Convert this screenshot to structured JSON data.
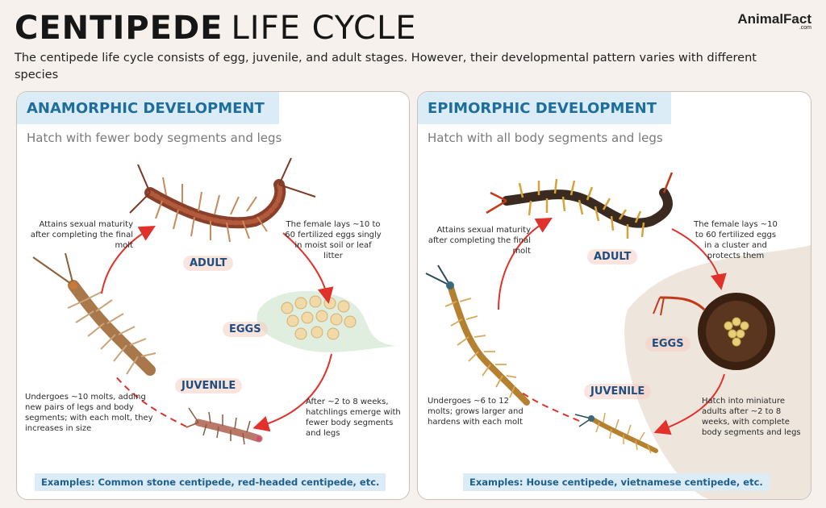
{
  "header": {
    "title_bold": "CENTIPEDE",
    "title_light": "LIFE CYCLE",
    "logo": "AnimalFact",
    "logo_sub": ".com",
    "intro": "The centipede life cycle consists of egg, juvenile, and adult stages. However, their developmental pattern varies with different species"
  },
  "left": {
    "heading": "ANAMORPHIC DEVELOPMENT",
    "subheading": "Hatch with fewer body segments and legs",
    "stages": {
      "adult": "ADULT",
      "eggs": "EGGS",
      "juvenile": "JUVENILE"
    },
    "notes": {
      "maturity": "Attains sexual maturity after completing the final molt",
      "laying": "The female lays ~10 to 60 fertilized eggs singly in moist soil or leaf litter",
      "hatching": "After ~2 to 8 weeks, hatchlings emerge with fewer body segments and legs",
      "molting": "Undergoes ~10 molts, adding new pairs of legs and body segments; with each molt, they increases in size"
    },
    "examples": "Examples: Common stone centipede, red-headed centipede, etc."
  },
  "right": {
    "heading": "EPIMORPHIC  DEVELOPMENT",
    "subheading": "Hatch with all body segments and legs",
    "stages": {
      "adult": "ADULT",
      "eggs": "EGGS",
      "juvenile": "JUVENILE"
    },
    "notes": {
      "maturity": "Attains sexual maturity after completing the final molt",
      "laying": "The female lays ~10 to 60 fertilized eggs in a cluster and protects them",
      "hatching": "Hatch into miniature adults after ~2 to 8 weeks, with complete body segments and legs",
      "molting": "Undergoes ~6 to 12 molts; grows larger and hardens with each molt"
    },
    "examples": "Examples: House centipede, vietnamese centipede, etc."
  },
  "colors": {
    "accent": "#1e6e9c",
    "tab_bg": "#dcecf6",
    "arrow": "#e0312a",
    "stage_label": "#1e4e80"
  }
}
